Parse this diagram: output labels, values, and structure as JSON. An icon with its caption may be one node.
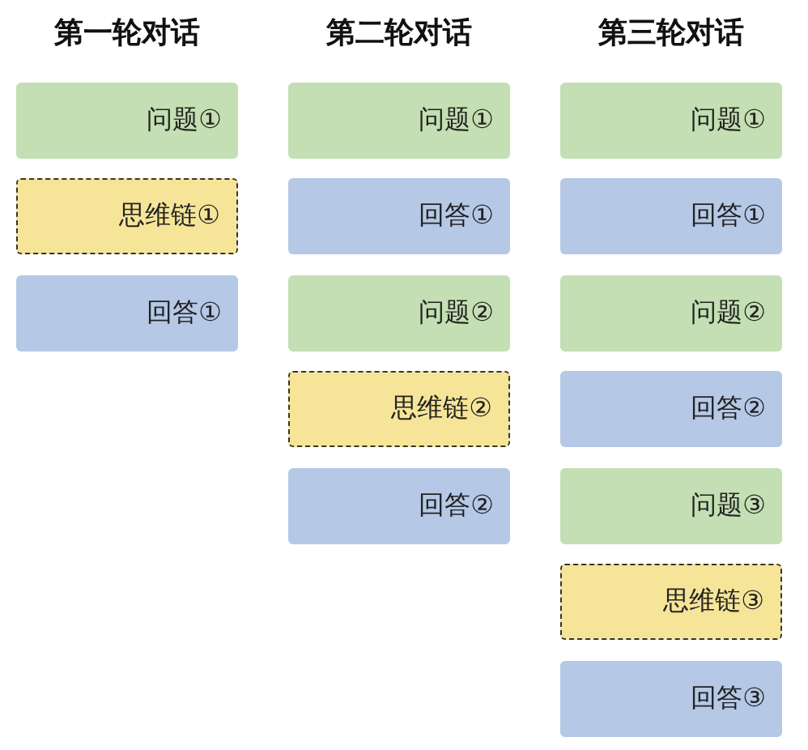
{
  "diagram": {
    "nodes": [
      {
        "text": [
          "问题①"
        ]
      },
      {
        "text": [
          "思维链①"
        ]
      },
      {
        "text": [
          "回答①"
        ]
      },
      {
        "text": [
          "问题①"
        ]
      },
      {
        "text": [
          "回答①"
        ]
      },
      {
        "text": [
          "问题②"
        ]
      },
      {
        "text": [
          "思维链②"
        ]
      },
      {
        "text": [
          "回答②"
        ]
      },
      {
        "text": [
          "问题①"
        ]
      },
      {
        "text": [
          "回答①"
        ]
      },
      {
        "text": [
          "问题②"
        ]
      },
      {
        "text": [
          "回答②"
        ]
      },
      {
        "text": [
          "问题③"
        ]
      },
      {
        "text": [
          "思维链③"
        ]
      },
      {
        "text": [
          "回答③"
        ]
      }
    ],
    "labels": [
      "第一轮对话",
      "第二轮对话",
      "第三轮对话"
    ]
  }
}
